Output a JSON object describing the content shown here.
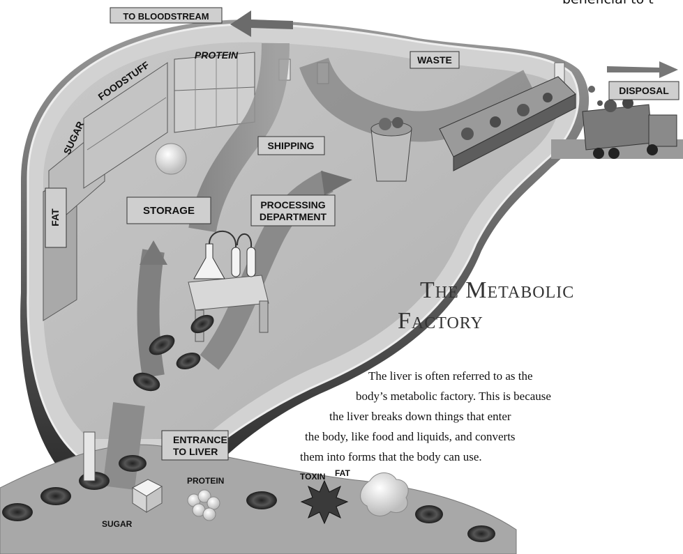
{
  "caption_fragment": "beneficial to t",
  "title": {
    "line1": "The Metabolic",
    "line2": "Factory"
  },
  "description_lines": [
    "The liver is often referred to as the",
    "body’s metabolic factory. This is because",
    "the liver breaks down things that enter",
    "the body, like food and liquids, and converts",
    "them into forms that the body can use."
  ],
  "signs": {
    "to_bloodstream": "TO BLOODSTREAM",
    "protein_shelf": "PROTEIN",
    "foodstuff_shelf": "FOODSTUFF",
    "sugar_shelf": "SUGAR",
    "fat_shelf": "FAT",
    "waste": "WASTE",
    "disposal": "DISPOSAL",
    "shipping": "SHIPPING",
    "storage": "STORAGE",
    "processing_line1": "PROCESSING",
    "processing_line2": "DEPARTMENT",
    "entrance_line1": "ENTRANCE",
    "entrance_line2": "TO LIVER"
  },
  "stream_labels": {
    "sugar": "SUGAR",
    "protein": "PROTEIN",
    "toxin": "TOXIN",
    "fat": "FAT"
  }
}
